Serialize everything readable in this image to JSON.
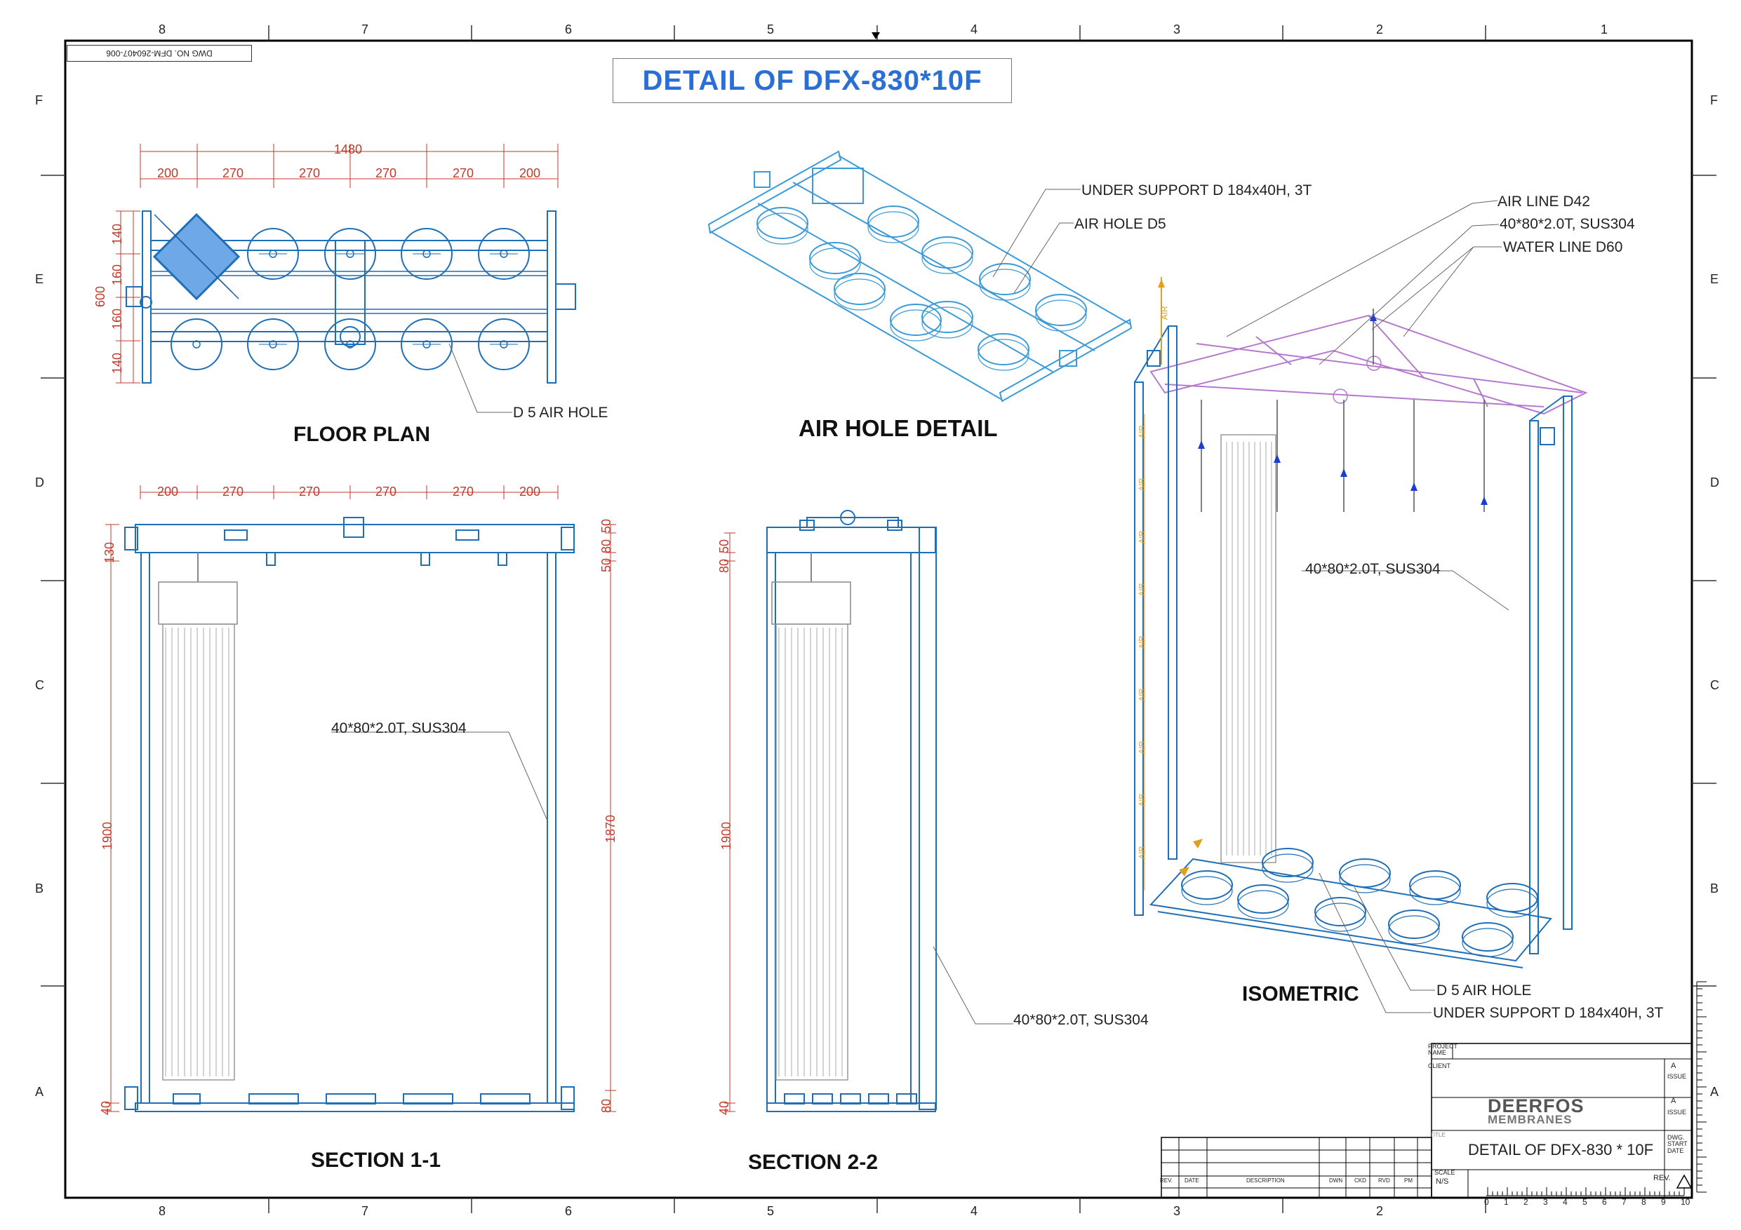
{
  "sheet_title": "DETAIL OF DFX-830*10F",
  "dwg_no": "DWG NO. DFM-260407-006",
  "column_markers": [
    "8",
    "7",
    "6",
    "5",
    "4",
    "3",
    "2",
    "1"
  ],
  "row_markers": [
    "F",
    "E",
    "D",
    "C",
    "B",
    "A"
  ],
  "views": {
    "floor_plan": "FLOOR PLAN",
    "air_hole_detail": "AIR HOLE DETAIL",
    "isometric": "ISOMETRIC",
    "section_1": "SECTION 1-1",
    "section_2": "SECTION 2-2"
  },
  "floor_plan": {
    "overall": "1480",
    "segments": [
      "200",
      "270",
      "270",
      "270",
      "270",
      "200"
    ],
    "height_total": "600",
    "height_segments": [
      "140",
      "160",
      "160",
      "140"
    ],
    "note_air_hole": "D 5 AIR HOLE"
  },
  "air_hole_detail": {
    "note_under_support": "UNDER SUPPORT D 184x40H, 3T",
    "note_air_hole": "AIR HOLE D5"
  },
  "isometric": {
    "note_air_line": "AIR LINE D42",
    "note_frame_top": "40*80*2.0T, SUS304",
    "note_water_line": "WATER LINE D60",
    "note_frame_side": "40*80*2.0T, SUS304",
    "note_air_hole": "D 5 AIR HOLE",
    "note_under_support": "UNDER SUPPORT D 184x40H, 3T",
    "air_tag": "AIR"
  },
  "section_1": {
    "segments": [
      "200",
      "270",
      "270",
      "270",
      "270",
      "200"
    ],
    "left_dims": [
      "130",
      "1900",
      "40"
    ],
    "right_dims": [
      "50",
      "80",
      "50",
      "1870",
      "80"
    ],
    "note_frame": "40*80*2.0T, SUS304"
  },
  "section_2": {
    "left_dims": [
      "50",
      "80",
      "1900",
      "40"
    ],
    "note_frame": "40*80*2.0T, SUS304"
  },
  "title_block": {
    "project_name": "PROJECT\nNAME",
    "client": "CLIENT",
    "issue_a1": "A",
    "issue_label1": "ISSUE",
    "issue_a2": "A",
    "issue_label2": "ISSUE",
    "logo_top": "DEERFOS",
    "logo_bottom": "MEMBRANES",
    "title_label": "TITLE",
    "title": "DETAIL OF DFX-830 * 10F",
    "dwg_start_date": "DWG.\nSTART\nDATE",
    "scale_label": "SCALE",
    "scale_value": "N/S",
    "rev_label": "REV.",
    "rev_cols": [
      "REV.",
      "DATE",
      "DESCRIPTION",
      "DWN",
      "CKD",
      "RVD",
      "PM"
    ]
  },
  "scale_ruler": [
    "0",
    "1",
    "2",
    "3",
    "4",
    "5",
    "6",
    "7",
    "8",
    "9",
    "10"
  ],
  "colors": {
    "frame_blue": "#1f6fb8",
    "dim_red": "#c0392b",
    "title_blue": "#2a6fd6",
    "iso_purple": "#b57acf",
    "air_orange": "#e0a020",
    "arrow_blue": "#1a3fcc"
  }
}
